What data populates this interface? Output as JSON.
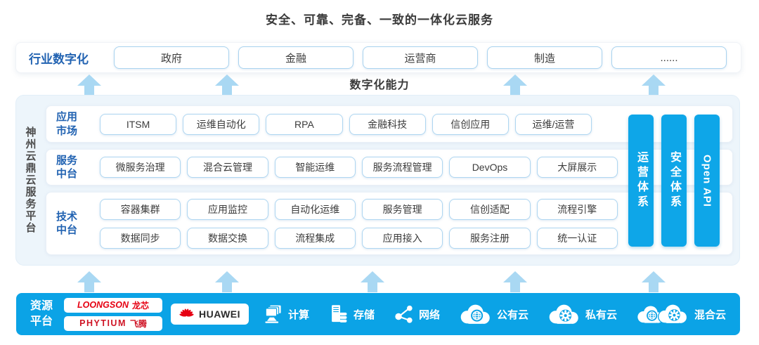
{
  "title": "安全、可靠、完备、一致的一体化云服务",
  "industry": {
    "label": "行业数字化",
    "items": [
      "政府",
      "金融",
      "运营商",
      "制造",
      "......"
    ]
  },
  "capability_label": "数字化能力",
  "platform": {
    "side_label": "神州云鼎云服务平台",
    "rows": [
      {
        "label1": "应用",
        "label2": "市场",
        "items": [
          "ITSM",
          "运维自动化",
          "RPA",
          "金融科技",
          "信创应用",
          "运维/运营"
        ]
      },
      {
        "label1": "服务",
        "label2": "中台",
        "items": [
          "微服务治理",
          "混合云管理",
          "智能运维",
          "服务流程管理",
          "DevOps",
          "大屏展示"
        ]
      },
      {
        "label1": "技术",
        "label2": "中台",
        "items_top": [
          "容器集群",
          "应用监控",
          "自动化运维",
          "服务管理",
          "信创适配",
          "流程引擎"
        ],
        "items_bottom": [
          "数据同步",
          "数据交换",
          "流程集成",
          "应用接入",
          "服务注册",
          "统一认证"
        ]
      }
    ],
    "pillars": [
      "运营体系",
      "安全体系",
      "Open API"
    ]
  },
  "resources": {
    "label1": "资源",
    "label2": "平台",
    "vendors": {
      "loongson_en": "LOONGSON",
      "loongson_cn": "龙芯",
      "phytium_en": "PHYTIUM",
      "phytium_cn": "飞腾",
      "huawei": "HUAWEI"
    },
    "items": [
      {
        "icon": "compute-icon",
        "label": "计算"
      },
      {
        "icon": "storage-icon",
        "label": "存储"
      },
      {
        "icon": "network-icon",
        "label": "网络"
      },
      {
        "icon": "public-cloud-icon",
        "label": "公有云"
      },
      {
        "icon": "private-cloud-icon",
        "label": "私有云"
      },
      {
        "icon": "hybrid-cloud-icon",
        "label": "混合云"
      }
    ]
  },
  "colors": {
    "accent": "#0ba3e6",
    "arrow_blue": "#a9d8f3",
    "label_blue": "#2263b2",
    "panel_bg": "#edf5fb",
    "vendor_red": "#e60012",
    "phytium_red": "#cf1425",
    "text": "#333333"
  }
}
